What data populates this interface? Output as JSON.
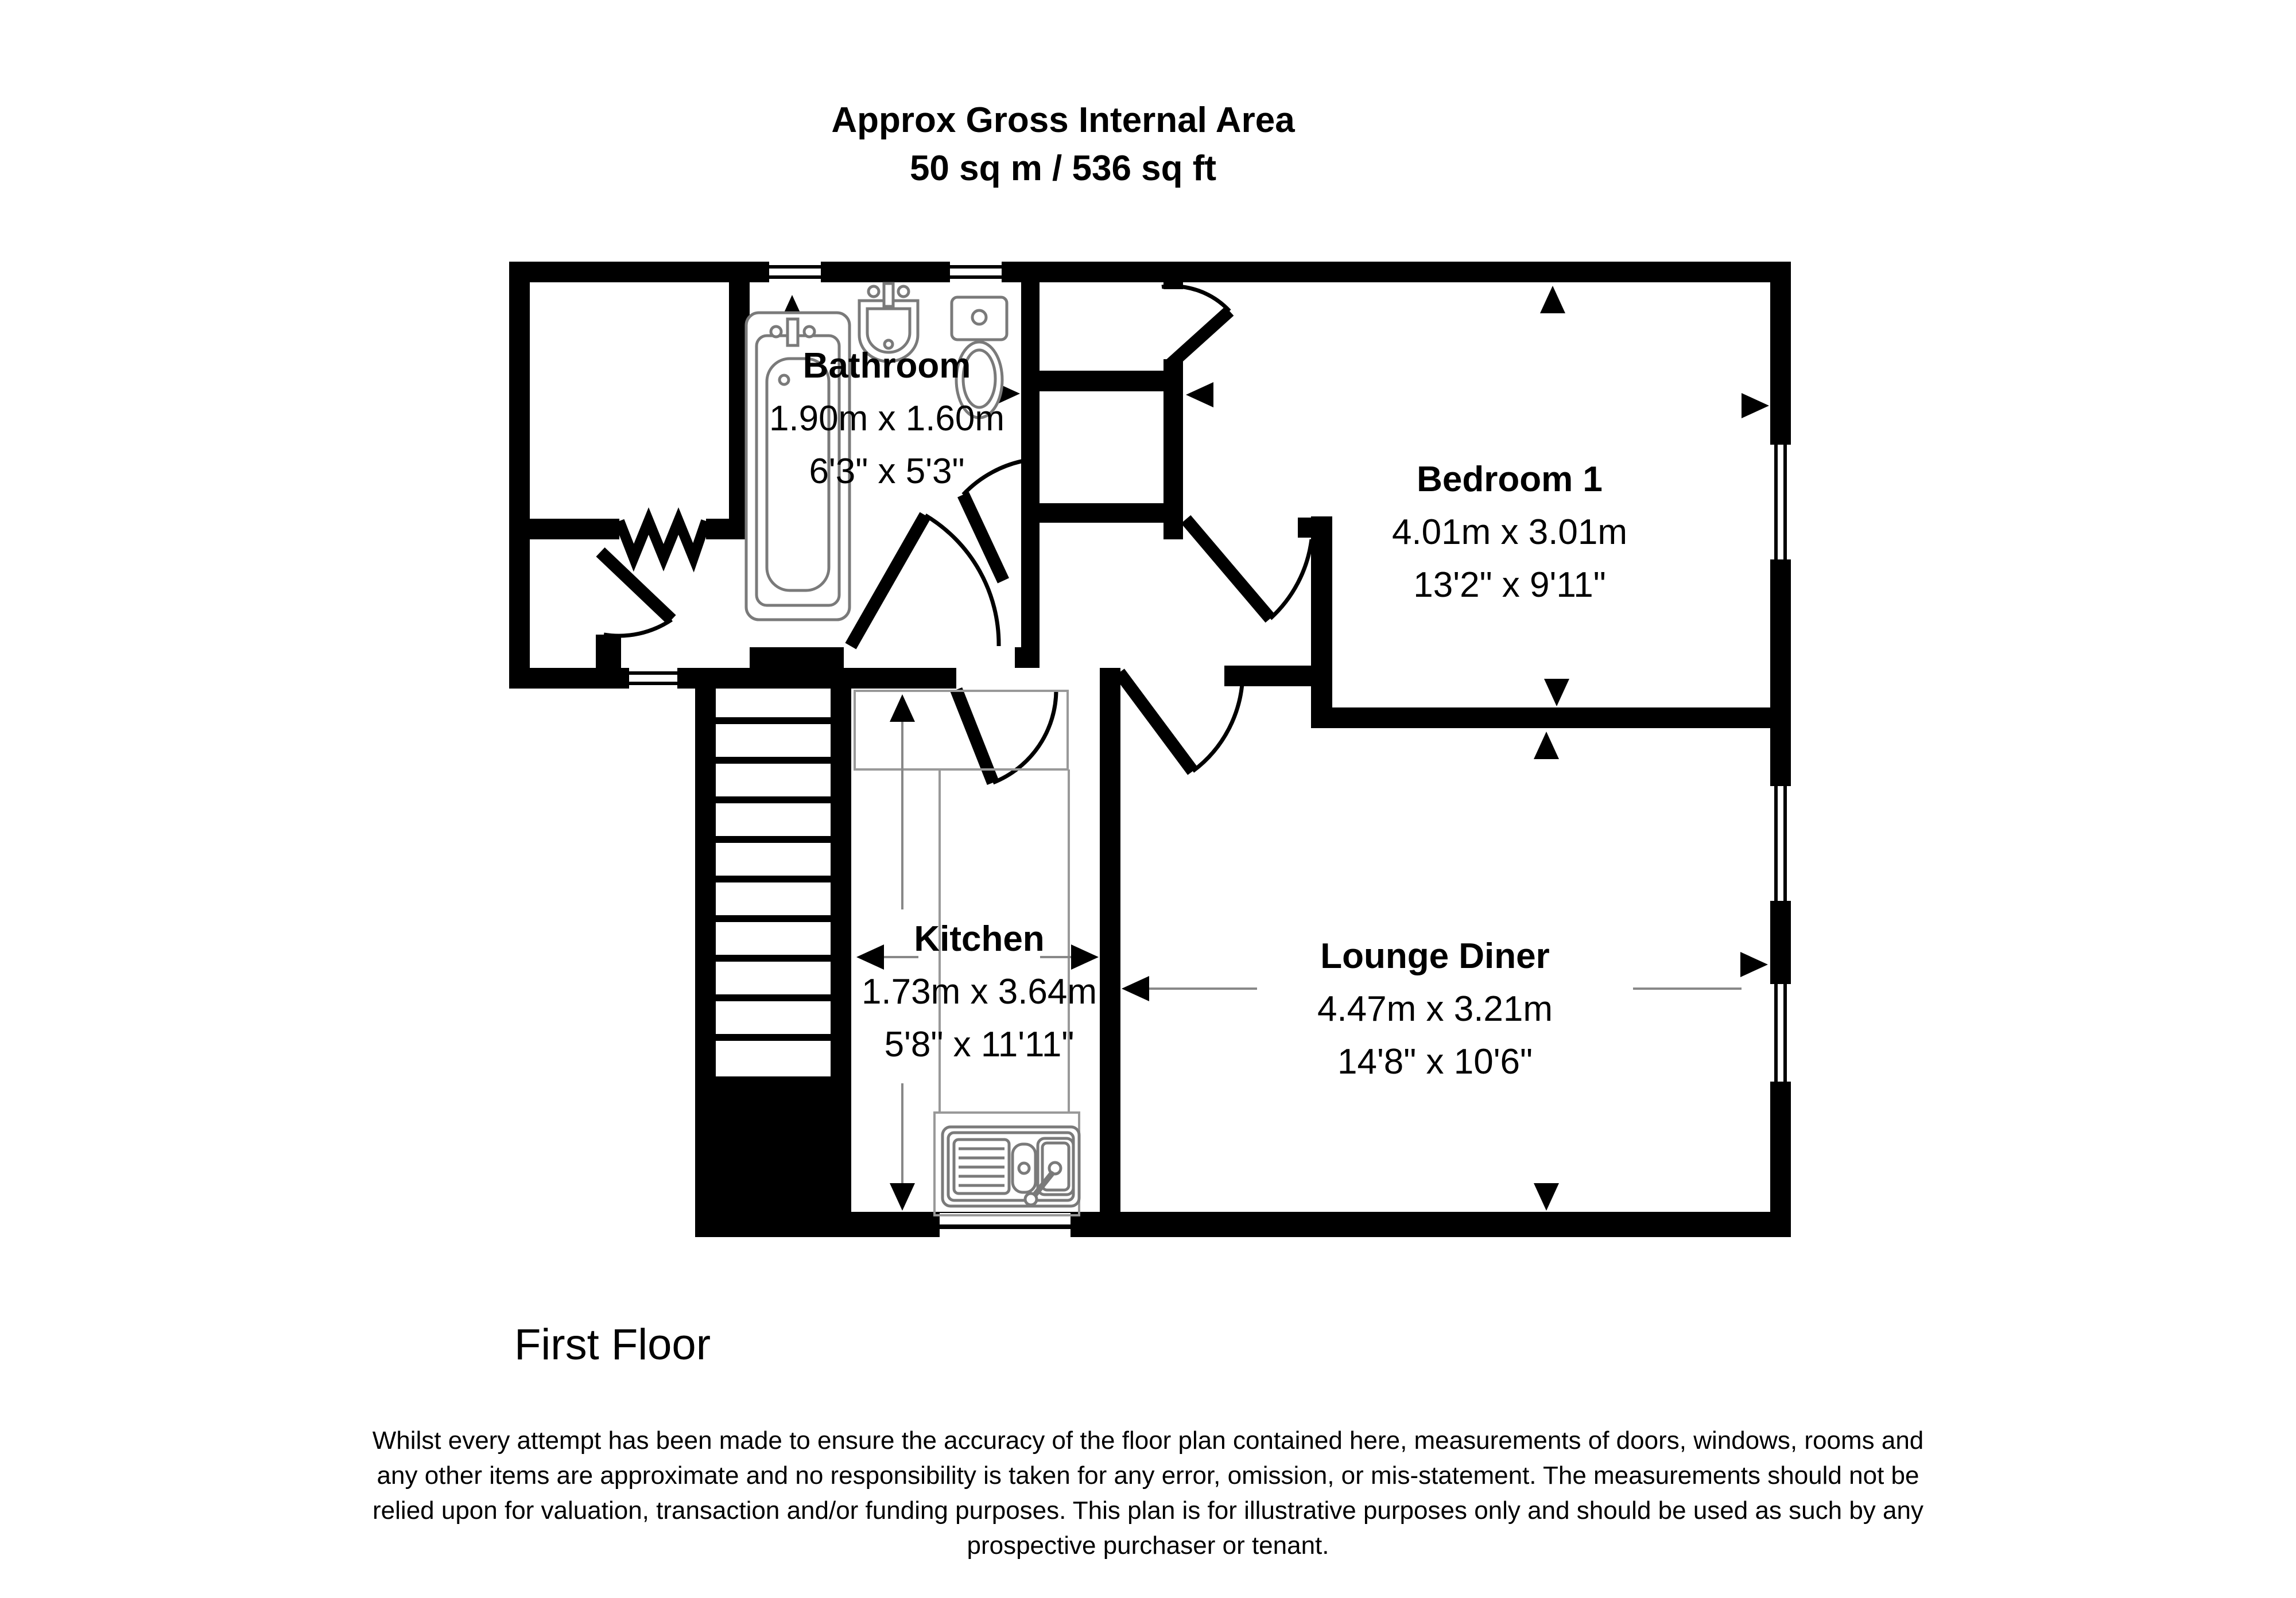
{
  "title": {
    "line1": "Approx Gross Internal Area",
    "line2": "50 sq m / 536 sq ft"
  },
  "floor_label": "First Floor",
  "rooms": {
    "bathroom": {
      "name": "Bathroom",
      "metric": "1.90m x 1.60m",
      "imperial": "6'3\" x 5'3\""
    },
    "bedroom": {
      "name": "Bedroom 1",
      "metric": "4.01m x 3.01m",
      "imperial": "13'2\" x 9'11\""
    },
    "kitchen": {
      "name": "Kitchen",
      "metric": "1.73m x 3.64m",
      "imperial": "5'8\" x 11'11\""
    },
    "lounge": {
      "name": "Lounge Diner",
      "metric": "4.47m x 3.21m",
      "imperial": "14'8\" x 10'6\""
    }
  },
  "disclaimer": {
    "line1": "Whilst every attempt has been made to ensure the accuracy of the floor plan contained here, measurements of doors, windows, rooms and",
    "line2": "any other items are approximate and no responsibility is taken for any error, omission, or mis-statement. The measurements should not be",
    "line3": "relied upon for valuation, transaction and/or funding purposes. This plan is for illustrative purposes only and should be used as such by any",
    "line4": "prospective purchaser or tenant."
  },
  "icons": [
    "bath-icon",
    "basin-icon",
    "toilet-icon",
    "kitchen-sink-icon",
    "stairs-icon",
    "window-icon",
    "door-swing-icon",
    "dimension-arrow-icon",
    "zigzag-opening-icon"
  ],
  "colors": {
    "wall": "#000000",
    "fixture": "#7a7a7a",
    "counter": "#999999",
    "background": "#ffffff"
  }
}
